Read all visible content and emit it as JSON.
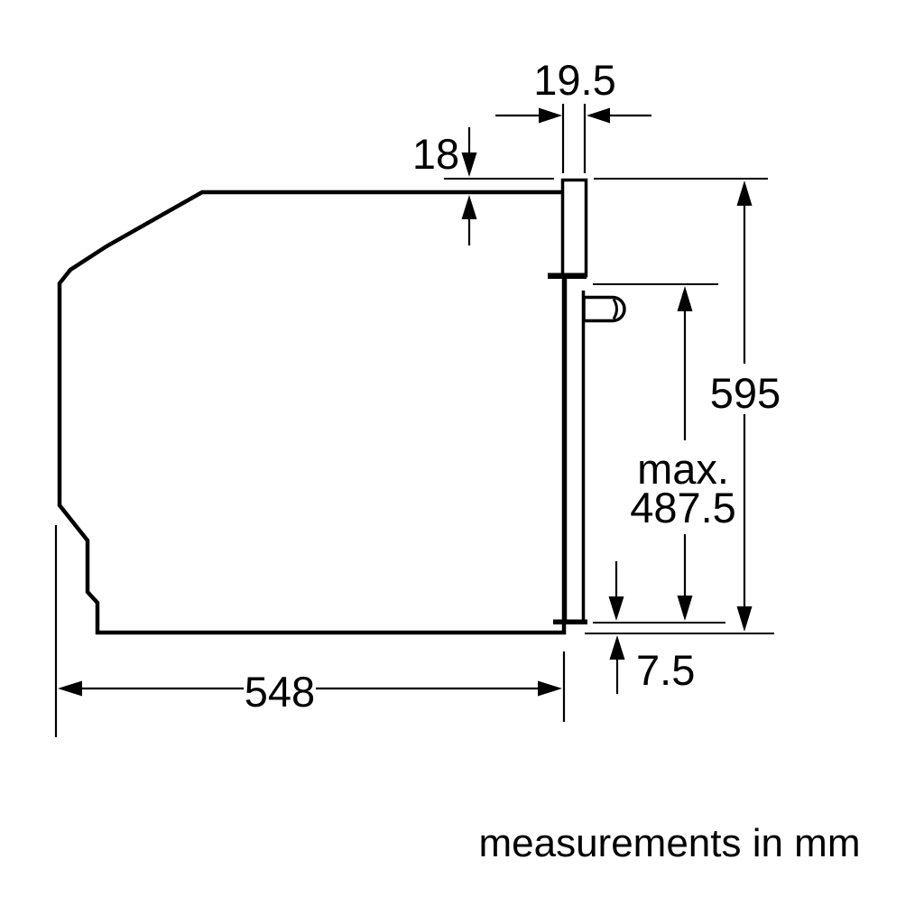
{
  "drawing": {
    "type": "technical-dimension-diagram",
    "subject": "built-in oven side view",
    "note": "measurements in mm",
    "dimensions": {
      "fascia_depth": "19.5",
      "fascia_top_offset": "18",
      "overall_height": "595",
      "door_max_label": "max.",
      "door_max_value": "487.5",
      "bottom_offset": "7.5",
      "body_depth": "548"
    },
    "colors": {
      "line": "#000000",
      "background": "#ffffff"
    }
  }
}
